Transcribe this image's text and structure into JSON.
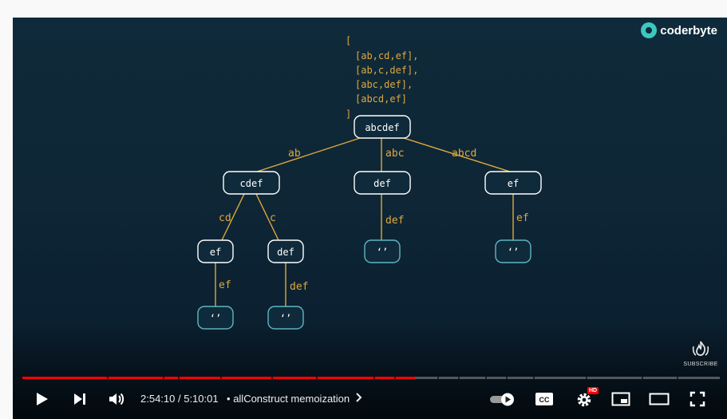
{
  "brand": {
    "name": "coderbyte"
  },
  "result": {
    "lines": [
      "[",
      "[ab,cd,ef],",
      "[ab,c,def],",
      "[abc,def],",
      "[abcd,ef]",
      "]"
    ]
  },
  "tree": {
    "nodes": [
      {
        "id": "root",
        "label": "abcdef"
      },
      {
        "id": "n1",
        "label": "cdef"
      },
      {
        "id": "n2",
        "label": "def"
      },
      {
        "id": "n3",
        "label": "ef"
      },
      {
        "id": "n4",
        "label": "ef"
      },
      {
        "id": "n5",
        "label": "def"
      },
      {
        "id": "e1",
        "label": "‘’"
      },
      {
        "id": "e2",
        "label": "‘’"
      },
      {
        "id": "e3",
        "label": "‘’"
      },
      {
        "id": "e4",
        "label": "‘’"
      }
    ],
    "edges": [
      {
        "from": "root",
        "to": "n1",
        "label": "ab"
      },
      {
        "from": "root",
        "to": "n2",
        "label": "abc"
      },
      {
        "from": "root",
        "to": "n3",
        "label": "abcd"
      },
      {
        "from": "n1",
        "to": "n4",
        "label": "cd"
      },
      {
        "from": "n1",
        "to": "n5",
        "label": "c"
      },
      {
        "from": "n2",
        "to": "e1",
        "label": "def"
      },
      {
        "from": "n3",
        "to": "e2",
        "label": "ef"
      },
      {
        "from": "n4",
        "to": "e3",
        "label": "ef"
      },
      {
        "from": "n5",
        "to": "e4",
        "label": "def"
      }
    ]
  },
  "subscribe": {
    "label": "SUBSCRIBE"
  },
  "player": {
    "progress_fraction": 0.563,
    "current_time": "2:54:10",
    "separator": " / ",
    "duration": "5:10:01",
    "chapter_bullet": "•",
    "chapter_title": "allConstruct memoization",
    "hd_badge": "HD",
    "cc_label": "CC",
    "icons": {
      "play": "play-icon",
      "next": "next-icon",
      "volume": "volume-icon",
      "autoplay": "autoplay-toggle-icon",
      "captions": "captions-icon",
      "settings": "gear-icon",
      "miniplayer": "miniplayer-icon",
      "theater": "theater-icon",
      "fullscreen": "fullscreen-icon"
    },
    "colors": {
      "played": "#ff0000",
      "accent_line": "#e0a83c",
      "empty_node": "#5fb6c4"
    }
  }
}
